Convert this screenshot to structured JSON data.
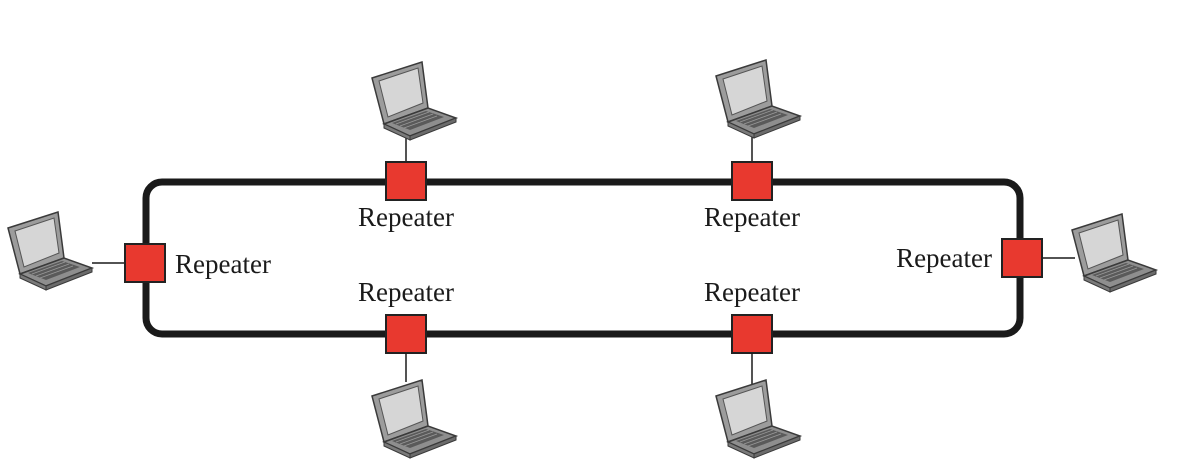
{
  "diagram": {
    "colors": {
      "ring": "#1a1a1a",
      "repeater": "#e8392f",
      "repeater_border": "#222222"
    },
    "repeaters": [
      {
        "id": "top-left",
        "label": "Repeater",
        "icon": "laptop-icon"
      },
      {
        "id": "top-right",
        "label": "Repeater",
        "icon": "laptop-icon"
      },
      {
        "id": "left",
        "label": "Repeater",
        "icon": "laptop-icon"
      },
      {
        "id": "right",
        "label": "Repeater",
        "icon": "laptop-icon"
      },
      {
        "id": "bottom-left",
        "label": "Repeater",
        "icon": "laptop-icon"
      },
      {
        "id": "bottom-right",
        "label": "Repeater",
        "icon": "laptop-icon"
      }
    ]
  }
}
